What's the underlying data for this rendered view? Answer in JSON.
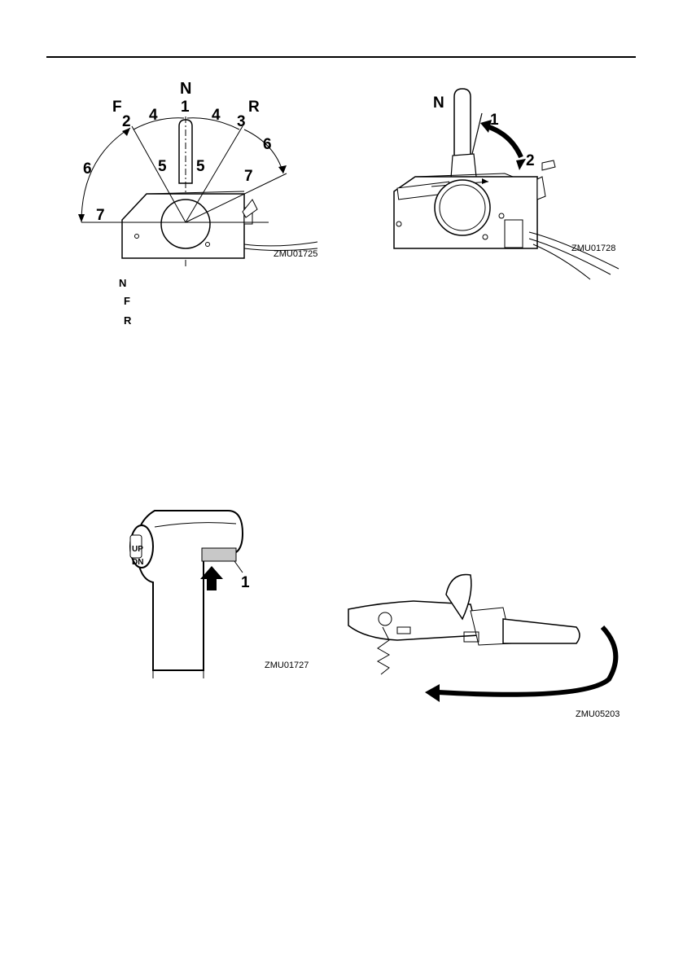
{
  "fig1": {
    "N": "N",
    "F": "F",
    "R": "R",
    "c1": "1",
    "c2": "2",
    "c3": "3",
    "c4a": "4",
    "c4b": "4",
    "c5a": "5",
    "c5b": "5",
    "c6a": "6",
    "c6b": "6",
    "c7a": "7",
    "c7b": "7",
    "code": "ZMU01725"
  },
  "fig2": {
    "N": "N",
    "c1": "1",
    "c2": "2",
    "code": "ZMU01728"
  },
  "fig3": {
    "up": "UP",
    "dn": "DN",
    "c1": "1",
    "code": "ZMU01727"
  },
  "fig4": {
    "code": "ZMU05203"
  },
  "legend": {
    "n": "N",
    "f": "F",
    "r": "R"
  }
}
